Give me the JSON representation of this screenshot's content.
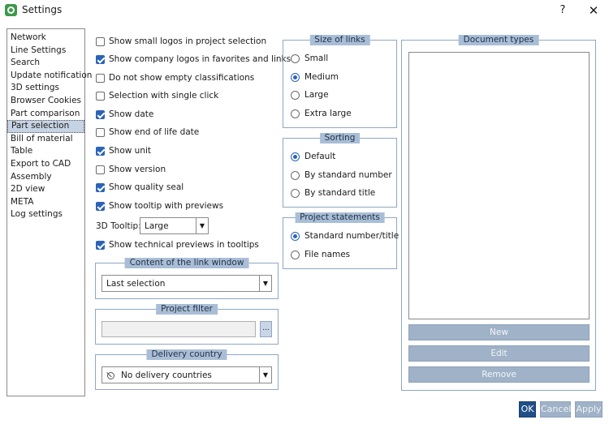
{
  "window": {
    "title": "Settings",
    "help_label": "?",
    "close_label": "✕"
  },
  "nav": {
    "items": [
      "Network",
      "Line Settings",
      "Search",
      "Update notification",
      "3D settings",
      "Browser Cookies",
      "Part comparison",
      "Part selection",
      "Bill of material",
      "Table",
      "Export to CAD",
      "Assembly",
      "2D view",
      "META",
      "Log settings"
    ],
    "selected": "Part selection"
  },
  "options": [
    {
      "label": "Show small logos in project selection",
      "checked": false
    },
    {
      "label": "Show company logos in favorites and links",
      "checked": true
    },
    {
      "label": "Do not show empty classifications",
      "checked": false
    },
    {
      "label": "Selection with single click",
      "checked": false
    },
    {
      "label": "Show date",
      "checked": true
    },
    {
      "label": "Show end of life date",
      "checked": false
    },
    {
      "label": "Show unit",
      "checked": true
    },
    {
      "label": "Show version",
      "checked": false
    },
    {
      "label": "Show quality seal",
      "checked": true
    },
    {
      "label": "Show tooltip with previews",
      "checked": true
    }
  ],
  "tooltip3d": {
    "label": "3D Tooltip:",
    "value": "Large"
  },
  "tech_previews": {
    "label": "Show technical previews in tooltips",
    "checked": true
  },
  "link_window": {
    "title": "Content of the link window",
    "value": "Last selection"
  },
  "project_filter": {
    "title": "Project filter",
    "value": "",
    "browse_label": "..."
  },
  "delivery_country": {
    "title": "Delivery country",
    "value": "No delivery countries"
  },
  "size_of_links": {
    "title": "Size of links",
    "options": [
      "Small",
      "Medium",
      "Large",
      "Extra large"
    ],
    "selected": "Medium"
  },
  "sorting": {
    "title": "Sorting",
    "options": [
      "Default",
      "By standard number",
      "By standard title"
    ],
    "selected": "Default"
  },
  "project_statements": {
    "title": "Project statements",
    "options": [
      "Standard number/title",
      "File names"
    ],
    "selected": "Standard number/title"
  },
  "document_types": {
    "title": "Document types",
    "new_label": "New",
    "edit_label": "Edit",
    "remove_label": "Remove"
  },
  "footer": {
    "ok_label": "OK",
    "cancel_label": "Cancel",
    "apply_label": "Apply"
  },
  "colors": {
    "accent": "#2b63b8",
    "group_header": "#a9bed6",
    "button_disabled": "#9fb2c7",
    "primary_button": "#1f4f86"
  }
}
